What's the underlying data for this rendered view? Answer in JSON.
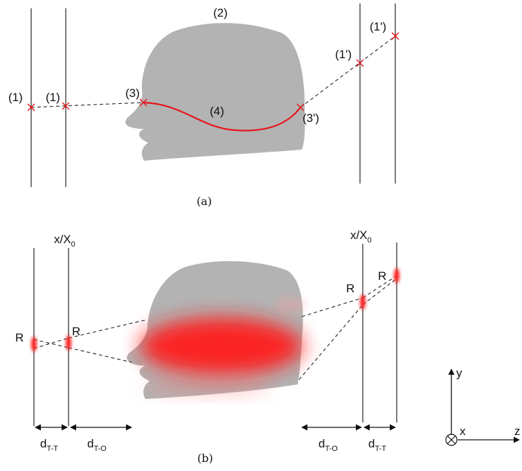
{
  "panel_a": {
    "caption": "(a)",
    "labels": {
      "p1_left": "(1)",
      "p1_mid": "(1)",
      "p2": "(2)",
      "p3": "(3)",
      "p4": "(4)",
      "p3_prime": "(3')",
      "p1_prime_a": "(1')",
      "p1_prime_b": "(1')"
    },
    "colors": {
      "path": "#e8141b",
      "head": "#b3b3b3",
      "marker": "#e8141b"
    }
  },
  "panel_b": {
    "caption": "(b)",
    "plane_label_left": "x/X",
    "plane_label_left_sub": "0",
    "plane_label_right": "x/X",
    "plane_label_right_sub": "0",
    "resolution_labels": [
      "R",
      "R",
      "R",
      "R"
    ],
    "dim": {
      "tt_left": "d",
      "tt_left_sub": "T-T",
      "to_left": "d",
      "to_left_sub": "T-O",
      "to_right": "d",
      "to_right_sub": "T-O",
      "tt_right": "d",
      "tt_right_sub": "T-T"
    },
    "colors": {
      "dose": "#ff1a1a",
      "head": "#b3b3b3"
    }
  },
  "axes": {
    "y": "y",
    "x": "x",
    "z": "z"
  }
}
